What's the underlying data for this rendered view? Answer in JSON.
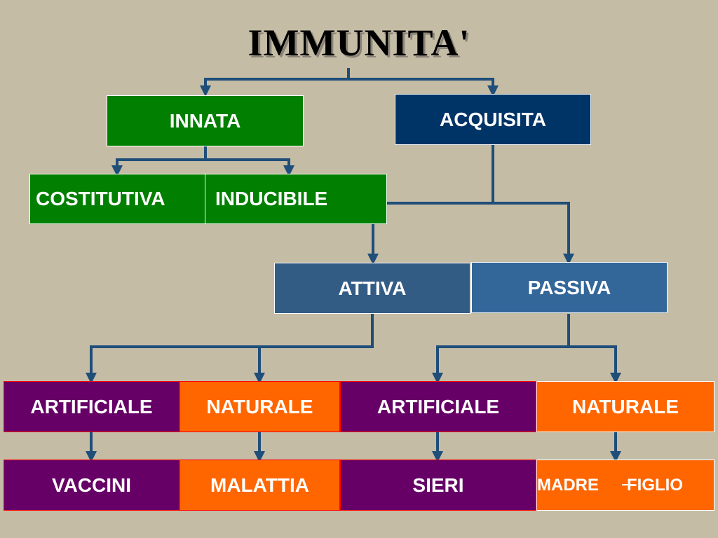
{
  "title": "IMMUNITA'",
  "nodes": {
    "innata": "INNATA",
    "acquisita": "ACQUISITA",
    "costitutiva": "COSTITUTIVA",
    "inducibile": "INDUCIBILE",
    "attiva": "ATTIVA",
    "passiva": "PASSIVA",
    "artificiale_1": "ARTIFICIALE",
    "naturale_1": "NATURALE",
    "artificiale_2": "ARTIFICIALE",
    "naturale_2": "NATURALE",
    "vaccini": "VACCINI",
    "malattia": "MALATTIA",
    "sieri": "SIERI",
    "madre": "MADRE",
    "figlio": "FIGLIO"
  },
  "colors": {
    "background": "#c5bca6",
    "connector": "#1f4e79",
    "green": "#007f00",
    "navy": "#003366",
    "blue": "#336699",
    "purple": "#660066",
    "orange": "#ff6600"
  }
}
